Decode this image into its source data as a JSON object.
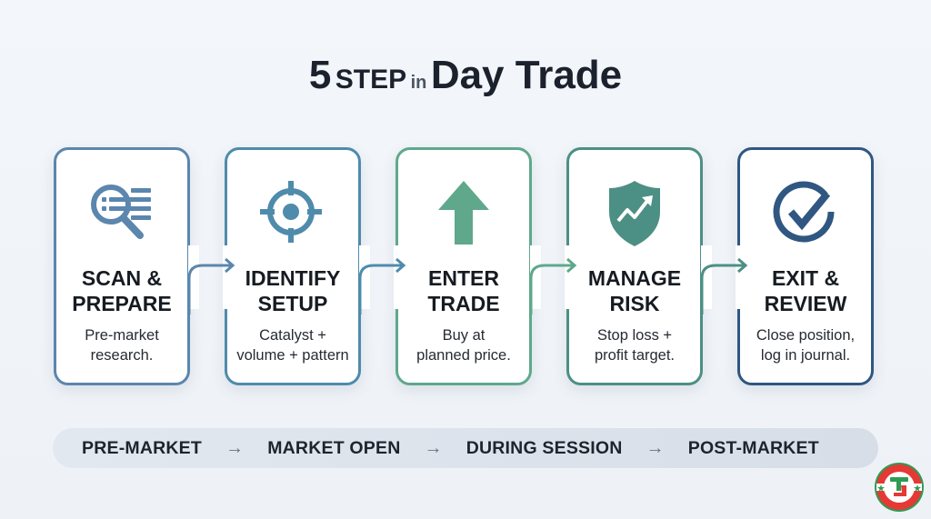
{
  "title": {
    "number": "5",
    "step": "STEP",
    "in": "in",
    "main": "Day Trade"
  },
  "colors": {
    "step1": "#5b86ad",
    "step2": "#4f8bab",
    "step3": "#5fa88c",
    "step4": "#4c8f85",
    "step5": "#2f5781"
  },
  "steps": [
    {
      "icon": "magnifier-list-icon",
      "title_line1": "SCAN &",
      "title_line2": "PREPARE",
      "desc_line1": "Pre-market",
      "desc_line2": "research."
    },
    {
      "icon": "crosshair-target-icon",
      "title_line1": "IDENTIFY",
      "title_line2": "SETUP",
      "desc_line1": "Catalyst +",
      "desc_line2": "volume + pattern"
    },
    {
      "icon": "arrow-up-icon",
      "title_line1": "ENTER",
      "title_line2": "TRADE",
      "desc_line1": "Buy at",
      "desc_line2": "planned price."
    },
    {
      "icon": "shield-trend-icon",
      "title_line1": "MANAGE",
      "title_line2": "RISK",
      "desc_line1": "Stop loss +",
      "desc_line2": "profit target."
    },
    {
      "icon": "check-circle-icon",
      "title_line1": "EXIT &",
      "title_line2": "REVIEW",
      "desc_line1": "Close position,",
      "desc_line2": "log in journal."
    }
  ],
  "phases": [
    "PRE-MARKET",
    "MARKET OPEN",
    "DURING SESSION",
    "POST-MARKET"
  ],
  "phase_arrow": "→",
  "logo": {
    "icon": "t-badge-logo-icon"
  }
}
